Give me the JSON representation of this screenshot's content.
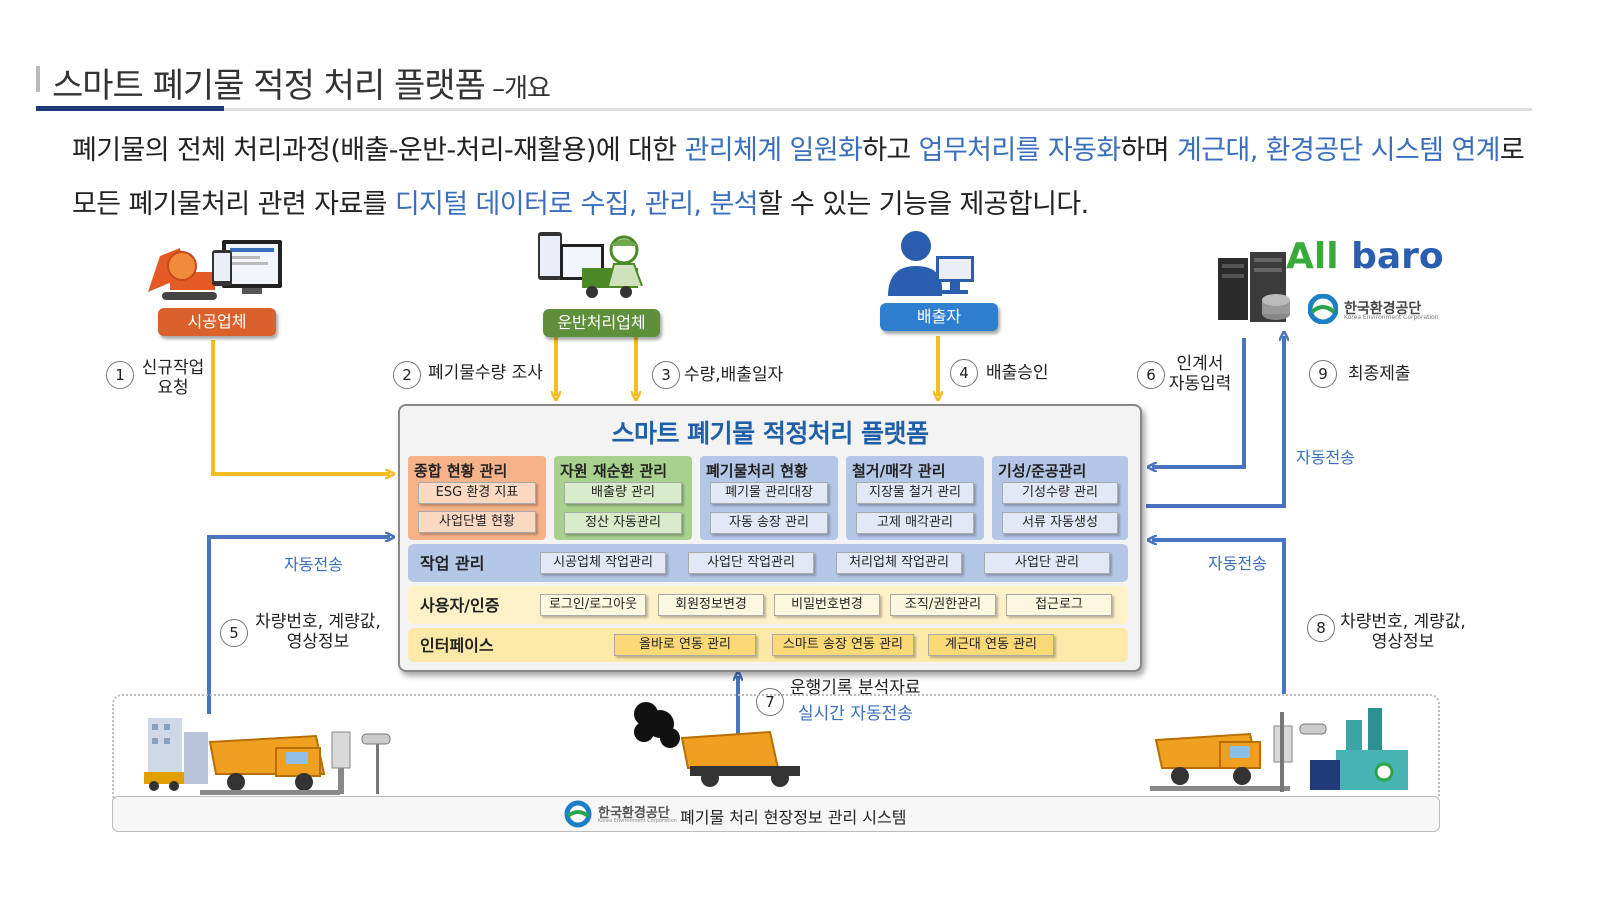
{
  "header": {
    "title": "스마트 폐기물 적정 처리 플랫폼",
    "title_suffix": " –개요"
  },
  "description": {
    "p1": "폐기물의 전체 처리과정(배출-운반-처리-재활용)에 대한 ",
    "h1": "관리체계 일원화",
    "p2": "하고 ",
    "h2": "업무처리를 자동화",
    "p3": "하며 ",
    "h3": "계근대, 환경공단 시스템 연계",
    "p4": "로 모든 폐기물처리 관련 자료를 ",
    "h4": "디지털 데이터로 수집, 관리, 분석",
    "p5": "할 수 있는 기능을 제공합니다."
  },
  "actors": {
    "contractor": "시공업체",
    "transporter": "운반처리업체",
    "discharger": "배출자",
    "allbaro_logo_1": "All",
    "allbaro_logo_2": "baro",
    "keco_name": "한국환경공단",
    "keco_sub": "Korea Environment Corporation"
  },
  "steps": [
    {
      "num": "1",
      "label_1": "신규작업",
      "label_2": "요청"
    },
    {
      "num": "2",
      "label": "폐기물수량 조사"
    },
    {
      "num": "3",
      "label": "수량,배출일자"
    },
    {
      "num": "4",
      "label": "배출승인"
    },
    {
      "num": "5",
      "label_1": "차량번호, 계량값,",
      "label_2": "영상정보"
    },
    {
      "num": "6",
      "label_1": "인계서",
      "label_2": "자동입력"
    },
    {
      "num": "7",
      "label_1": "운행기록 분석자료",
      "label_2": "실시간 자동전송"
    },
    {
      "num": "8",
      "label_1": "차량번호, 계량값,",
      "label_2": "영상정보"
    },
    {
      "num": "9",
      "label": "최종제출"
    }
  ],
  "auto_transfer": "자동전송",
  "platform": {
    "title": "스마트 폐기물 적정처리 플랫폼",
    "modules": [
      {
        "title": "종합 현황 관리",
        "items": [
          "ESG 환경 지표",
          "사업단별 현황"
        ]
      },
      {
        "title": "자원 재순환 관리",
        "items": [
          "배출량 관리",
          "정산 자동관리"
        ]
      },
      {
        "title": "폐기물처리 현황",
        "items": [
          "폐기물 관리대장",
          "자동 송장 관리"
        ]
      },
      {
        "title": "철거/매각 관리",
        "items": [
          "지장물 철거 관리",
          "고제 매각관리"
        ]
      },
      {
        "title": "기성/준공관리",
        "items": [
          "기성수량 관리",
          "서류 자동생성"
        ]
      }
    ],
    "rows": [
      {
        "title": "작업 관리",
        "items": [
          "시공업체 작업관리",
          "사업단 작업관리",
          "처리업체 작업관리",
          "사업단 관리"
        ]
      },
      {
        "title": "사용자/인증",
        "items": [
          "로그인/로그아웃",
          "회원정보변경",
          "비밀번호변경",
          "조직/권한관리",
          "접근로그"
        ]
      },
      {
        "title": "인터페이스",
        "items": [
          "올바로 연동 관리",
          "스마트 송장 연동 관리",
          "계근대 연동 관리"
        ]
      }
    ]
  },
  "footer": {
    "logo_name": "한국환경공단",
    "logo_sub": "Korea Environment Corporation",
    "text": "폐기물 처리 현장정보 관리 시스템"
  },
  "colors": {
    "accent_blue": "#3a6fbd",
    "navy": "#1f3b7a",
    "contractor_tag": "#d9622a",
    "transporter_tag": "#5e8f3a",
    "discharger_tag": "#2f7fd0",
    "arrow_yellow": "#f5bd1f",
    "arrow_blue": "#4a73c0",
    "module_orange": "#f6b38a",
    "module_green": "#a9d18e",
    "module_blue": "#b4c7e7",
    "row_yellow": "#fde9a7"
  }
}
